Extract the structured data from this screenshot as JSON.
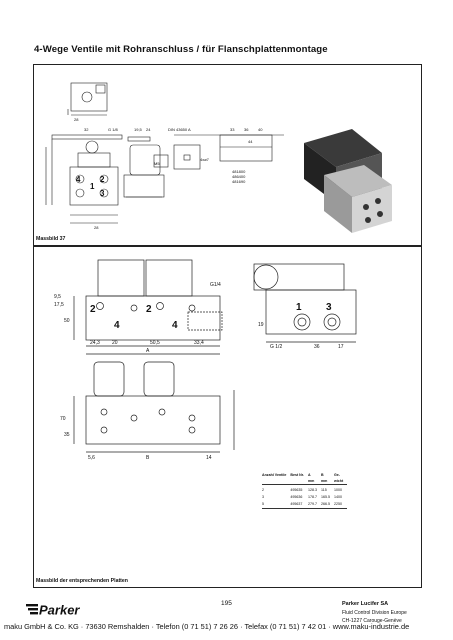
{
  "page": {
    "title": "4-Wege Ventile mit Rohranschluss / für Flanschplattenmontage",
    "panel1_caption": "Massbild 37",
    "panel2_caption": "Massbild der entsprechenden Platten",
    "page_number": "195"
  },
  "drawing1": {
    "dims": [
      "28",
      "32",
      "G 1/8",
      "19,5",
      "24",
      "DIN 43650 A",
      "36",
      "44",
      "33",
      "4xø7",
      "28",
      "40",
      "4",
      "2",
      "1",
      "3",
      "M5"
    ],
    "codes": [
      "481800",
      "486400",
      "481690"
    ]
  },
  "drawing2": {
    "dims": [
      "G1/4",
      "50",
      "17,5",
      "9,5",
      "24,3",
      "20",
      "50,5",
      "33,4",
      "A",
      "70",
      "35",
      "B",
      "5,6",
      "14",
      "19",
      "G 1/2",
      "36",
      "17"
    ],
    "ports": [
      "2",
      "2",
      "4",
      "4",
      "1",
      "3"
    ]
  },
  "table": {
    "headers": [
      "Anzahl Ventile",
      "Best Nr.",
      "A",
      "B",
      "Ge-"
    ],
    "subheaders": [
      "",
      "",
      "mm",
      "mm",
      "wicht"
    ],
    "rows": [
      [
        "2",
        "495635",
        "128.3",
        "115",
        "1000"
      ],
      [
        "3",
        "495636",
        "178.7",
        "165.5",
        "1400"
      ],
      [
        "5",
        "495637",
        "279.7",
        "266.5",
        "2250"
      ]
    ]
  },
  "footer": {
    "logo": "Parker",
    "company": "Parker Lucifer SA",
    "division": "Fluid Control Division Europe",
    "address": "CH-1227 Carouge-Genève",
    "contact": "maku GmbH & Co. KG · 73630 Remshalden · Telefon (0 71 51) 7 26 26 · Telefax (0 71 51) 7 42 01 · www.maku-industrie.de"
  }
}
